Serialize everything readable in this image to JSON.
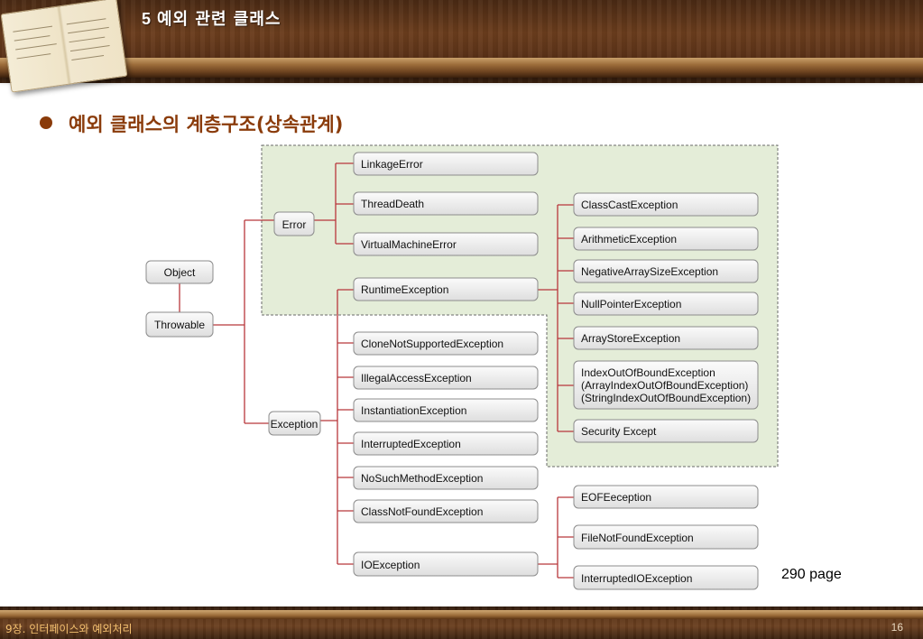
{
  "header": {
    "section_number": "5",
    "title": "예외 관련 클래스"
  },
  "heading": "예외 클래스의 계층구조(상속관계)",
  "diagram": {
    "nodes": {
      "object": "Object",
      "throwable": "Throwable",
      "error": "Error",
      "exception": "Exception",
      "linkage_error": "LinkageError",
      "thread_death": "ThreadDeath",
      "virtual_machine_error": "VirtualMachineError",
      "runtime_exception": "RuntimeException",
      "clone_not_supported": "CloneNotSupportedException",
      "illegal_access": "IllegalAccessException",
      "instantiation": "InstantiationException",
      "interrupted": "InterruptedException",
      "no_such_method": "NoSuchMethodException",
      "class_not_found": "ClassNotFoundException",
      "io_exception": "IOException",
      "class_cast": "ClassCastException",
      "arithmetic": "ArithmeticException",
      "negative_array_size": "NegativeArraySizeException",
      "null_pointer": "NullPointerException",
      "array_store": "ArrayStoreException",
      "index_out_of_bound": [
        "IndexOutOfBoundException",
        "(ArrayIndexOutOfBoundException)",
        "(StringIndexOutOfBoundException)"
      ],
      "security": "Security Except",
      "eof": "EOFEeception",
      "file_not_found": "FileNotFoundException",
      "interrupted_io": "InterruptedIOException"
    },
    "page_note": "290 page"
  },
  "footer": {
    "chapter": "9장. 인터페이스와 예외처리",
    "page_number": "16"
  }
}
